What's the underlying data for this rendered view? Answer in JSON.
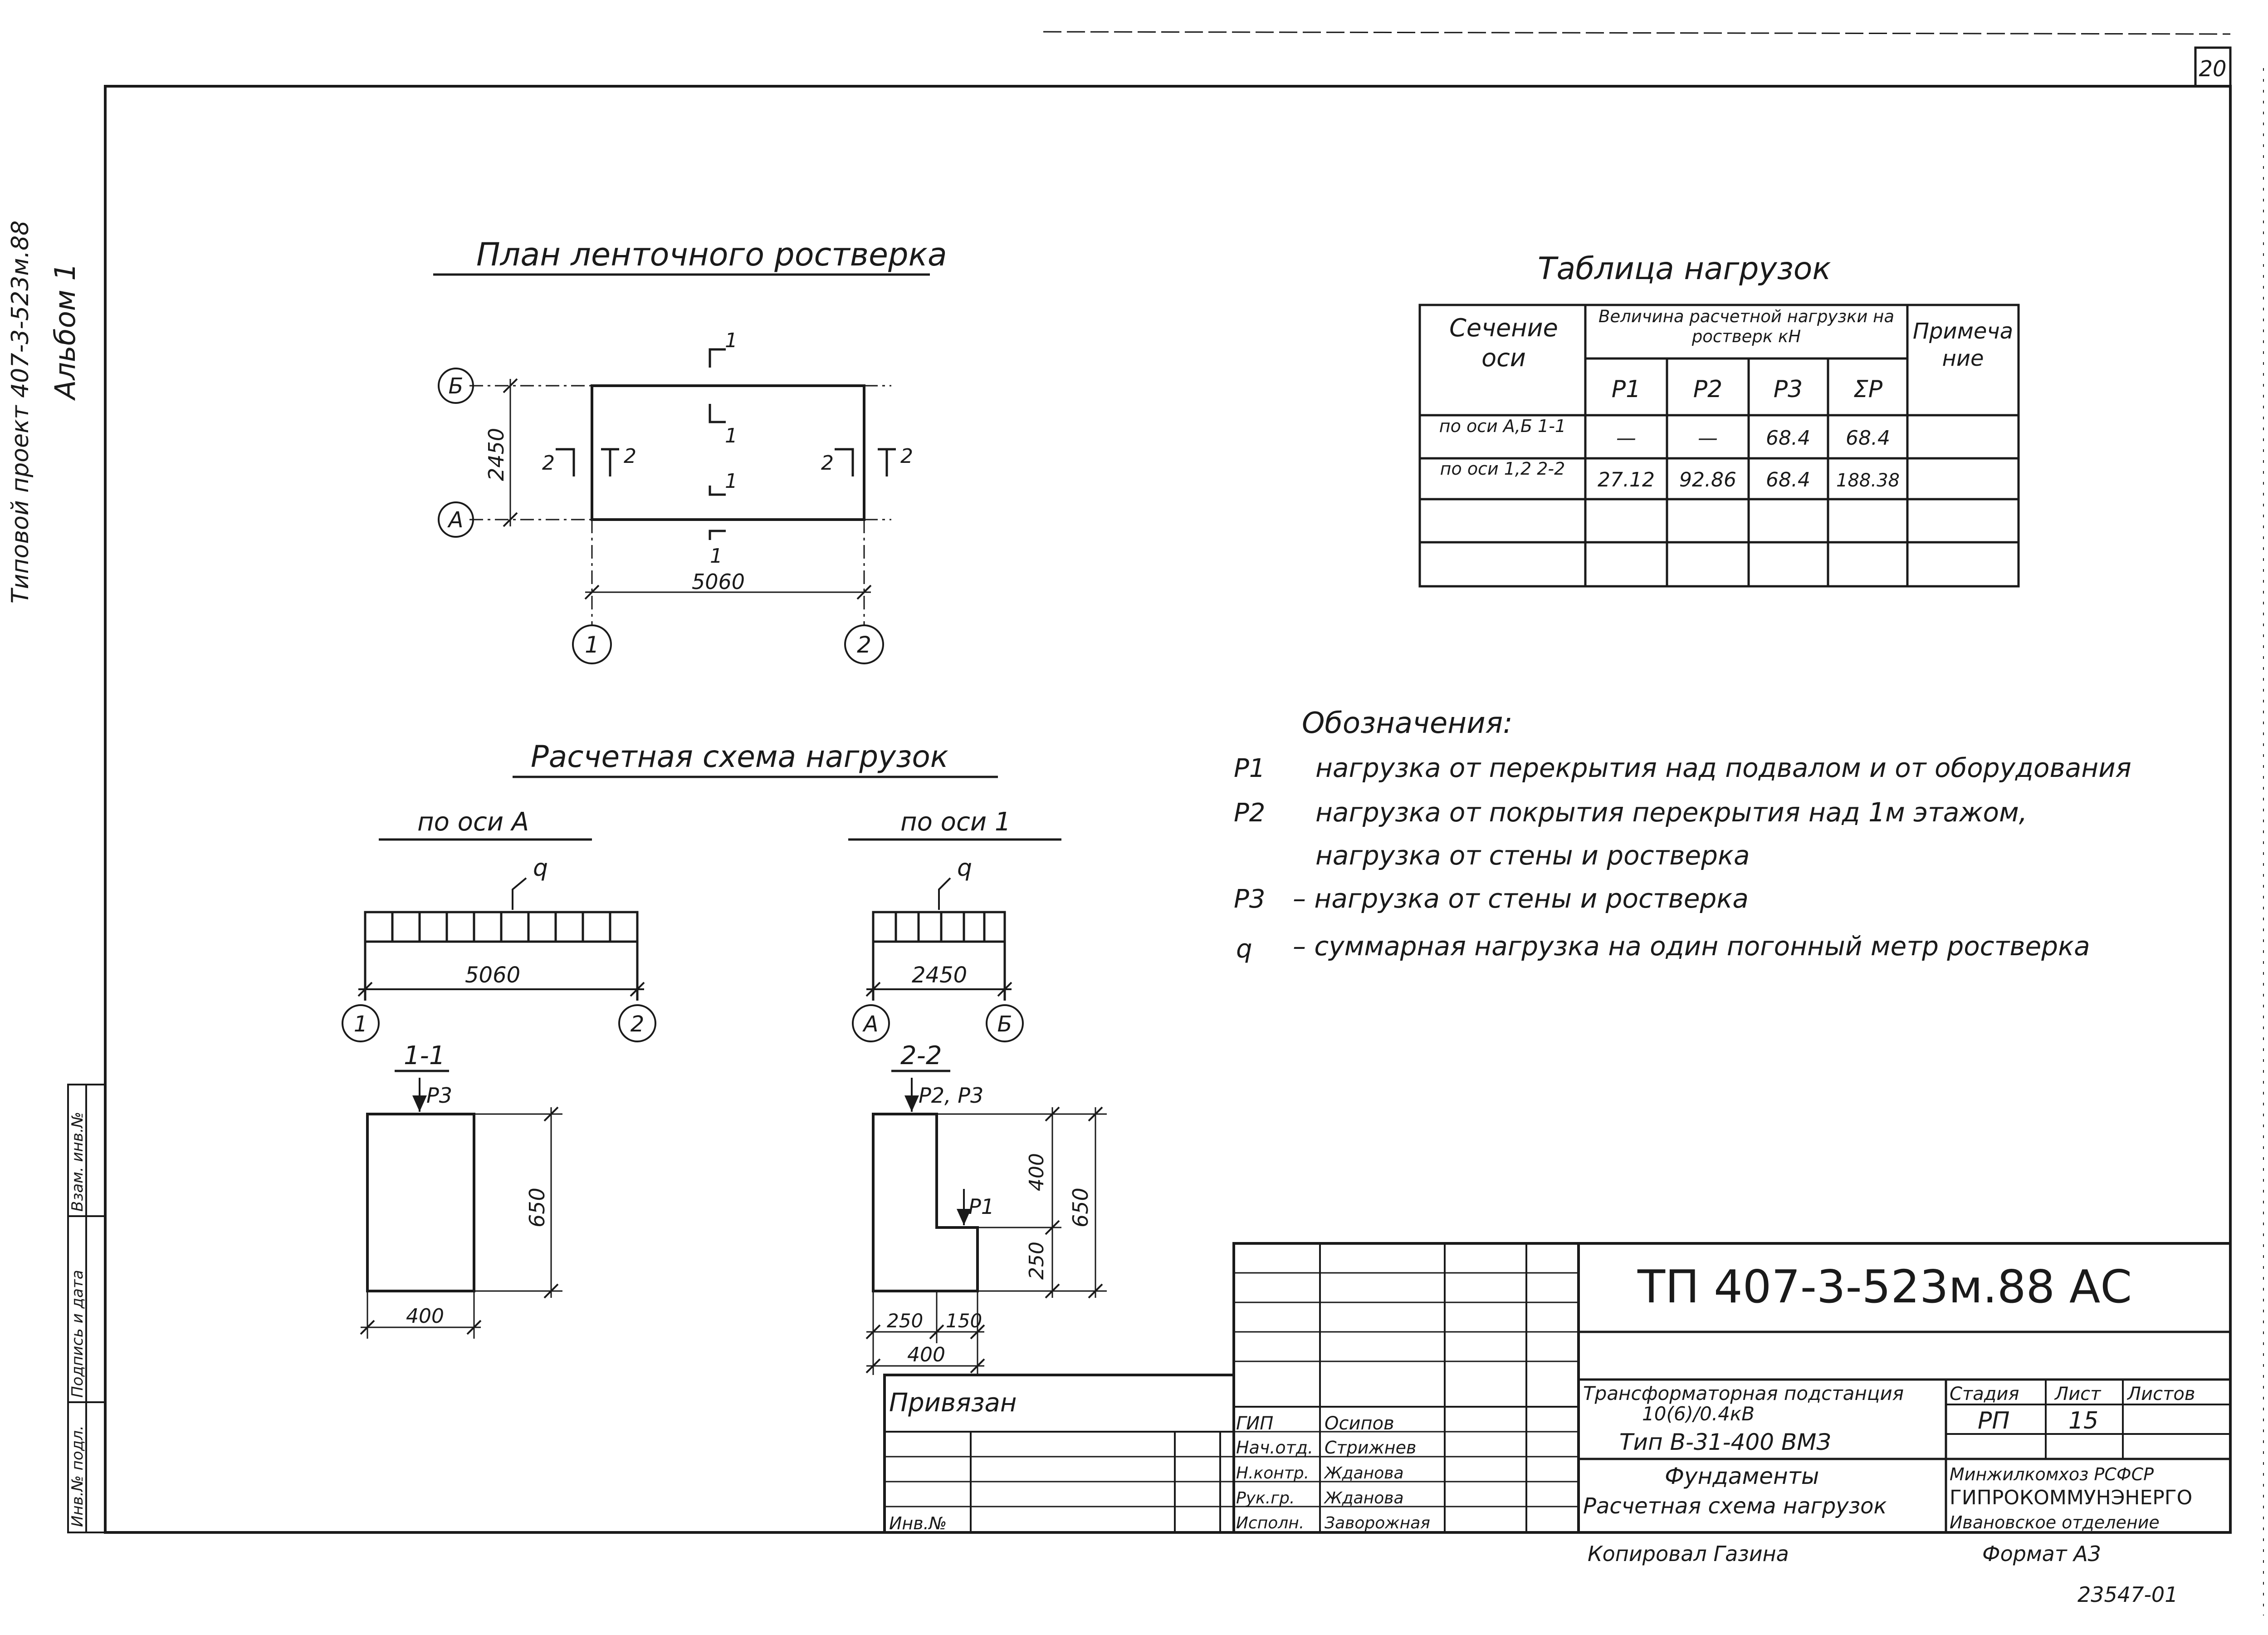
{
  "sheet_number": "20",
  "side_title": {
    "line1": "Типовой проект 407-3-523м.88",
    "line2": "Альбом 1"
  },
  "plan": {
    "title": "План ленточного ростверка",
    "axis_B": "Б",
    "axis_A": "А",
    "axis_1": "1",
    "axis_2": "2",
    "dim_height": "2450",
    "dim_width": "5060",
    "cut_label_1": "1",
    "cut_label_2": "2"
  },
  "table": {
    "title": "Таблица нагрузок",
    "header_section": "Сечение оси",
    "header_load": "Величина расчетной нагрузки на ростверк кН",
    "header_note": "Примечание",
    "subheaders": [
      "P1",
      "P2",
      "P3",
      "ΣP"
    ],
    "rows": [
      {
        "section": "по оси А,Б 1-1",
        "p1": "—",
        "p2": "—",
        "p3": "68.4",
        "sum": "68.4",
        "note": ""
      },
      {
        "section": "по оси 1,2 2-2",
        "p1": "27.12",
        "p2": "92.86",
        "p3": "68.4",
        "sum": "188.38",
        "note": ""
      },
      {
        "section": "",
        "p1": "",
        "p2": "",
        "p3": "",
        "sum": "",
        "note": ""
      },
      {
        "section": "",
        "p1": "",
        "p2": "",
        "p3": "",
        "sum": "",
        "note": ""
      }
    ]
  },
  "legend": {
    "title": "Обозначения:",
    "items": [
      {
        "sym": "P1",
        "text": "нагрузка от перекрытия над подвалом и от оборудования"
      },
      {
        "sym": "P2",
        "text": "нагрузка от покрытия перекрытия над 1м этажом,"
      },
      {
        "sym": "",
        "text": "нагрузка от стены и ростверка"
      },
      {
        "sym": "P3",
        "text": "– нагрузка от стены и ростверка"
      },
      {
        "sym": "q",
        "text": "– суммарная нагрузка на один погонный метр ростверка"
      }
    ]
  },
  "scheme": {
    "title": "Расчетная схема нагрузок",
    "axisA_label": "по оси А",
    "axis1_label": "по оси 1",
    "q": "q",
    "span_A": "5060",
    "span_1": "2450",
    "sec11_label": "1-1",
    "sec22_label": "2-2",
    "p3": "P3",
    "p2p3": "P2, P3",
    "p1": "P1",
    "dim_650": "650",
    "dim_400": "400",
    "dim_250": "250",
    "dim_150": "150",
    "node_1": "1",
    "node_2": "2",
    "node_A": "А",
    "node_B": "Б"
  },
  "title_block": {
    "code": "ТП 407-3-523м.88 АС",
    "privyazan": "Привязан",
    "inv_no": "Инв.№",
    "staff": [
      {
        "role": "ГИП",
        "name": "Осипов"
      },
      {
        "role": "Нач.отд.",
        "name": "Стрижнев"
      },
      {
        "role": "Н.контр.",
        "name": "Жданова"
      },
      {
        "role": "Рук.гр.",
        "name": "Жданова"
      },
      {
        "role": "Исполн.",
        "name": "Заворожная"
      }
    ],
    "project_line1": "Трансформаторная подстанция",
    "project_line2": "10(6)/0.4кВ",
    "project_line3": "Тип В-31-400 ВМЗ",
    "sheet_title1": "Фундаменты",
    "sheet_title2": "Расчетная схема нагрузок",
    "col_stage": "Стадия",
    "col_sheet": "Лист",
    "col_sheets": "Листов",
    "stage": "РП",
    "sheet": "15",
    "org_line1": "Минжилкомхоз РСФСР",
    "org_line2": "ГИПРОКОММУНЭНЕРГО",
    "org_line3": "Ивановское отделение",
    "copied_by": "Копировал Газина",
    "format": "Формат А3",
    "archive_no": "23547-01"
  },
  "left_strip": {
    "cell1": "Инв.№ подл.",
    "cell2": "Подпись и дата",
    "cell3": "Взам. инв.№"
  }
}
